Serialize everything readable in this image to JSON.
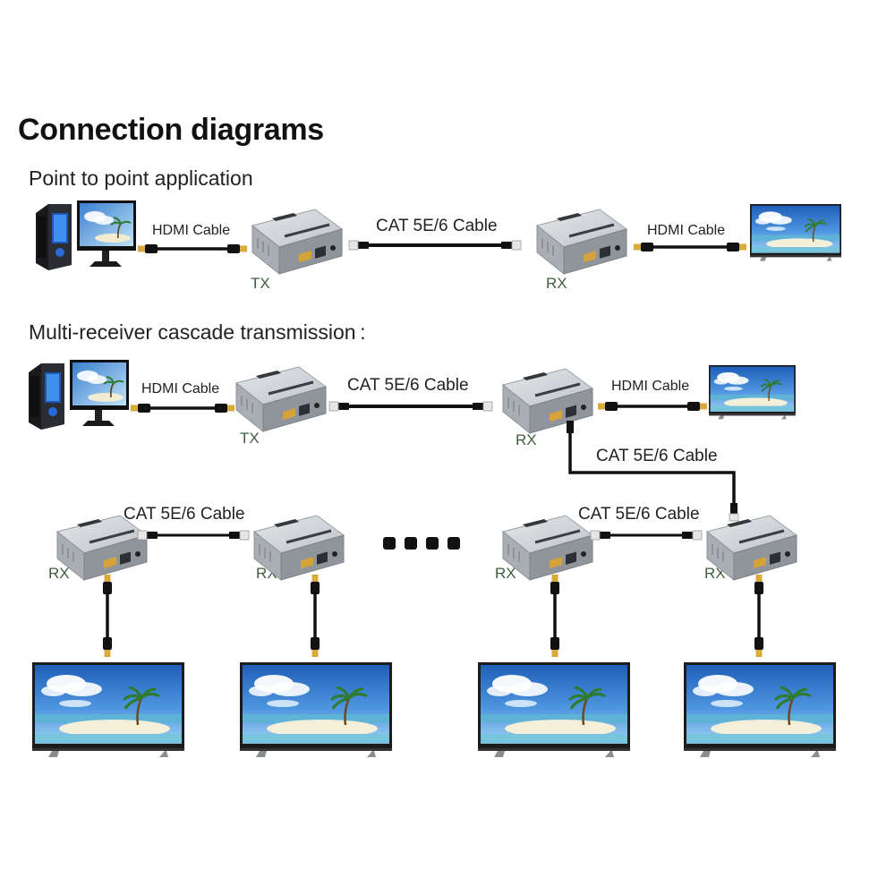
{
  "title": "Connection diagrams",
  "section1": {
    "heading": "Point to point application",
    "hdmi_left": "HDMI Cable",
    "cat": "CAT 5E/6 Cable",
    "hdmi_right": "HDMI Cable",
    "tx": "TX",
    "rx": "RX"
  },
  "section2": {
    "heading": "Multi-receiver cascade transmission :",
    "hdmi_left": "HDMI Cable",
    "cat_top": "CAT 5E/6 Cable",
    "hdmi_right": "HDMI Cable",
    "tx": "TX",
    "rx_top": "RX",
    "cat_down": "CAT 5E/6 Cable",
    "cat_row_left": "CAT 5E/6 Cable",
    "cat_row_right": "CAT 5E/6 Cable",
    "rx_row": [
      "RX",
      "RX",
      "RX",
      "RX"
    ]
  },
  "colors": {
    "device_body": "#cfd2d6",
    "device_dark": "#8e9399",
    "cable": "#111111",
    "connector_gold": "#d9a93a",
    "sky": "#2f74c8",
    "sand": "#f2ecd2",
    "label_green": "#3e5e3e"
  }
}
